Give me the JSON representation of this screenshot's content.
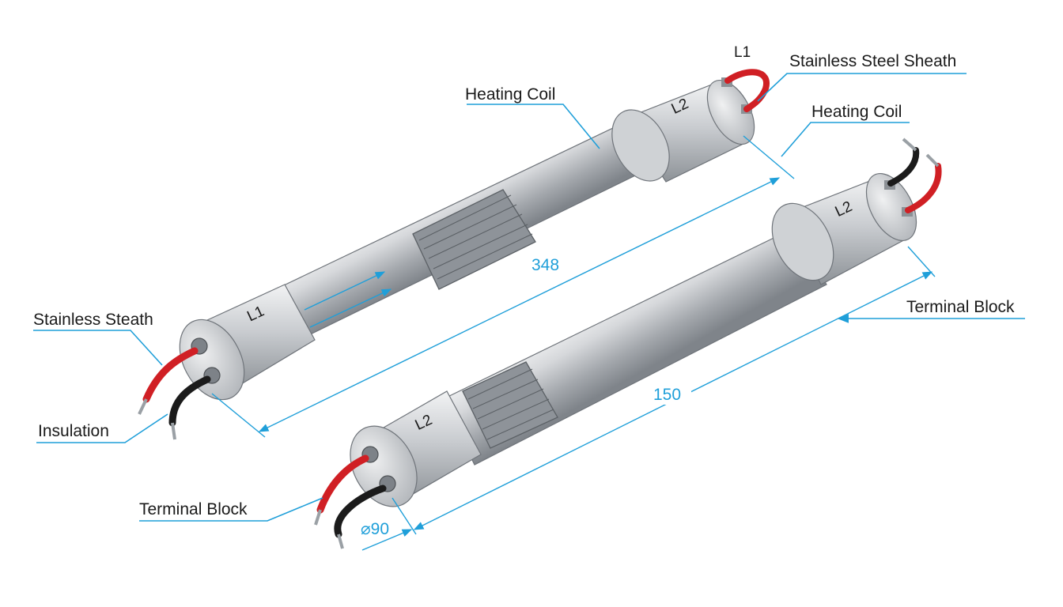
{
  "colors": {
    "leader": "#1f9fd9",
    "dimension": "#1f9fd9",
    "wire_red": "#d01f24",
    "wire_black": "#1b1b1b",
    "steel": "#b9bcc0"
  },
  "labels": {
    "stainless_steel_sheath": "Stainless Steel Sheath",
    "heating_coil_top": "Heating Coil",
    "heating_coil_right": "Heating Coil",
    "stainless_steath": "Stainless Steath",
    "insulation": "Insulation",
    "terminal_block_right": "Terminal Block",
    "terminal_block_bottom": "Terminal Block"
  },
  "dimensions": {
    "length_upper": "348",
    "length_lower": "150",
    "diameter": "⌀90"
  },
  "caps": {
    "upper_left": "L1",
    "upper_right": "L2",
    "upper_right_wire": "L1",
    "lower_left": "L2",
    "lower_right": "L2"
  }
}
